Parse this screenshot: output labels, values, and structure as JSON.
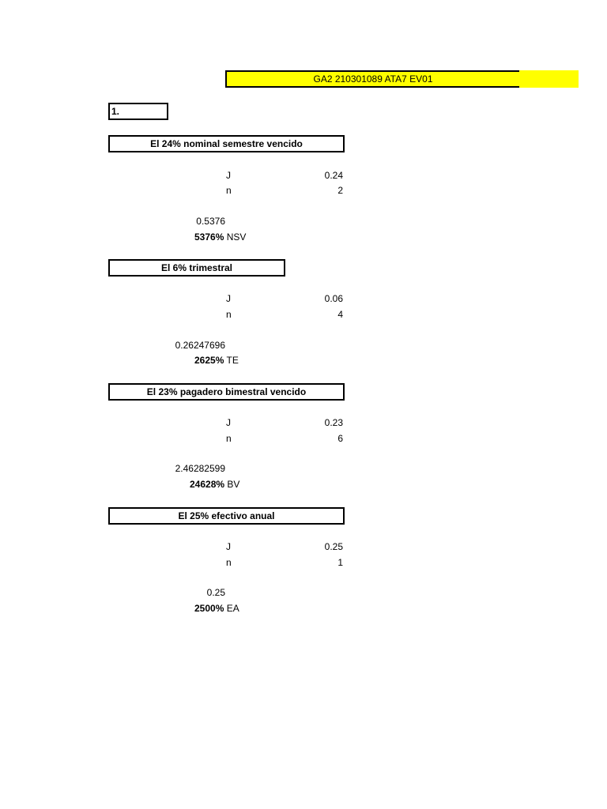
{
  "title": "GA2 210301089 ATA7 EV01",
  "question_number": "1.",
  "sections": [
    {
      "heading": "El 24% nominal semestre vencido",
      "j_label": "J",
      "j_value": "0.24",
      "n_label": "n",
      "n_value": "2",
      "result": "0.5376",
      "percent": "5376%",
      "suffix": "NSV"
    },
    {
      "heading": "El 6% trimestral",
      "j_label": "J",
      "j_value": "0.06",
      "n_label": "n",
      "n_value": "4",
      "result": "0.26247696",
      "percent": "2625%",
      "suffix": "TE"
    },
    {
      "heading": "El 23% pagadero bimestral vencido",
      "j_label": "J",
      "j_value": "0.23",
      "n_label": "n",
      "n_value": "6",
      "result": "2.46282599",
      "percent": "24628%",
      "suffix": "BV"
    },
    {
      "heading": "El 25% efectivo anual",
      "j_label": "J",
      "j_value": "0.25",
      "n_label": "n",
      "n_value": "1",
      "result": "0.25",
      "percent": "2500%",
      "suffix": "EA"
    }
  ],
  "colors": {
    "highlight": "#ffff00",
    "border": "#000000"
  }
}
